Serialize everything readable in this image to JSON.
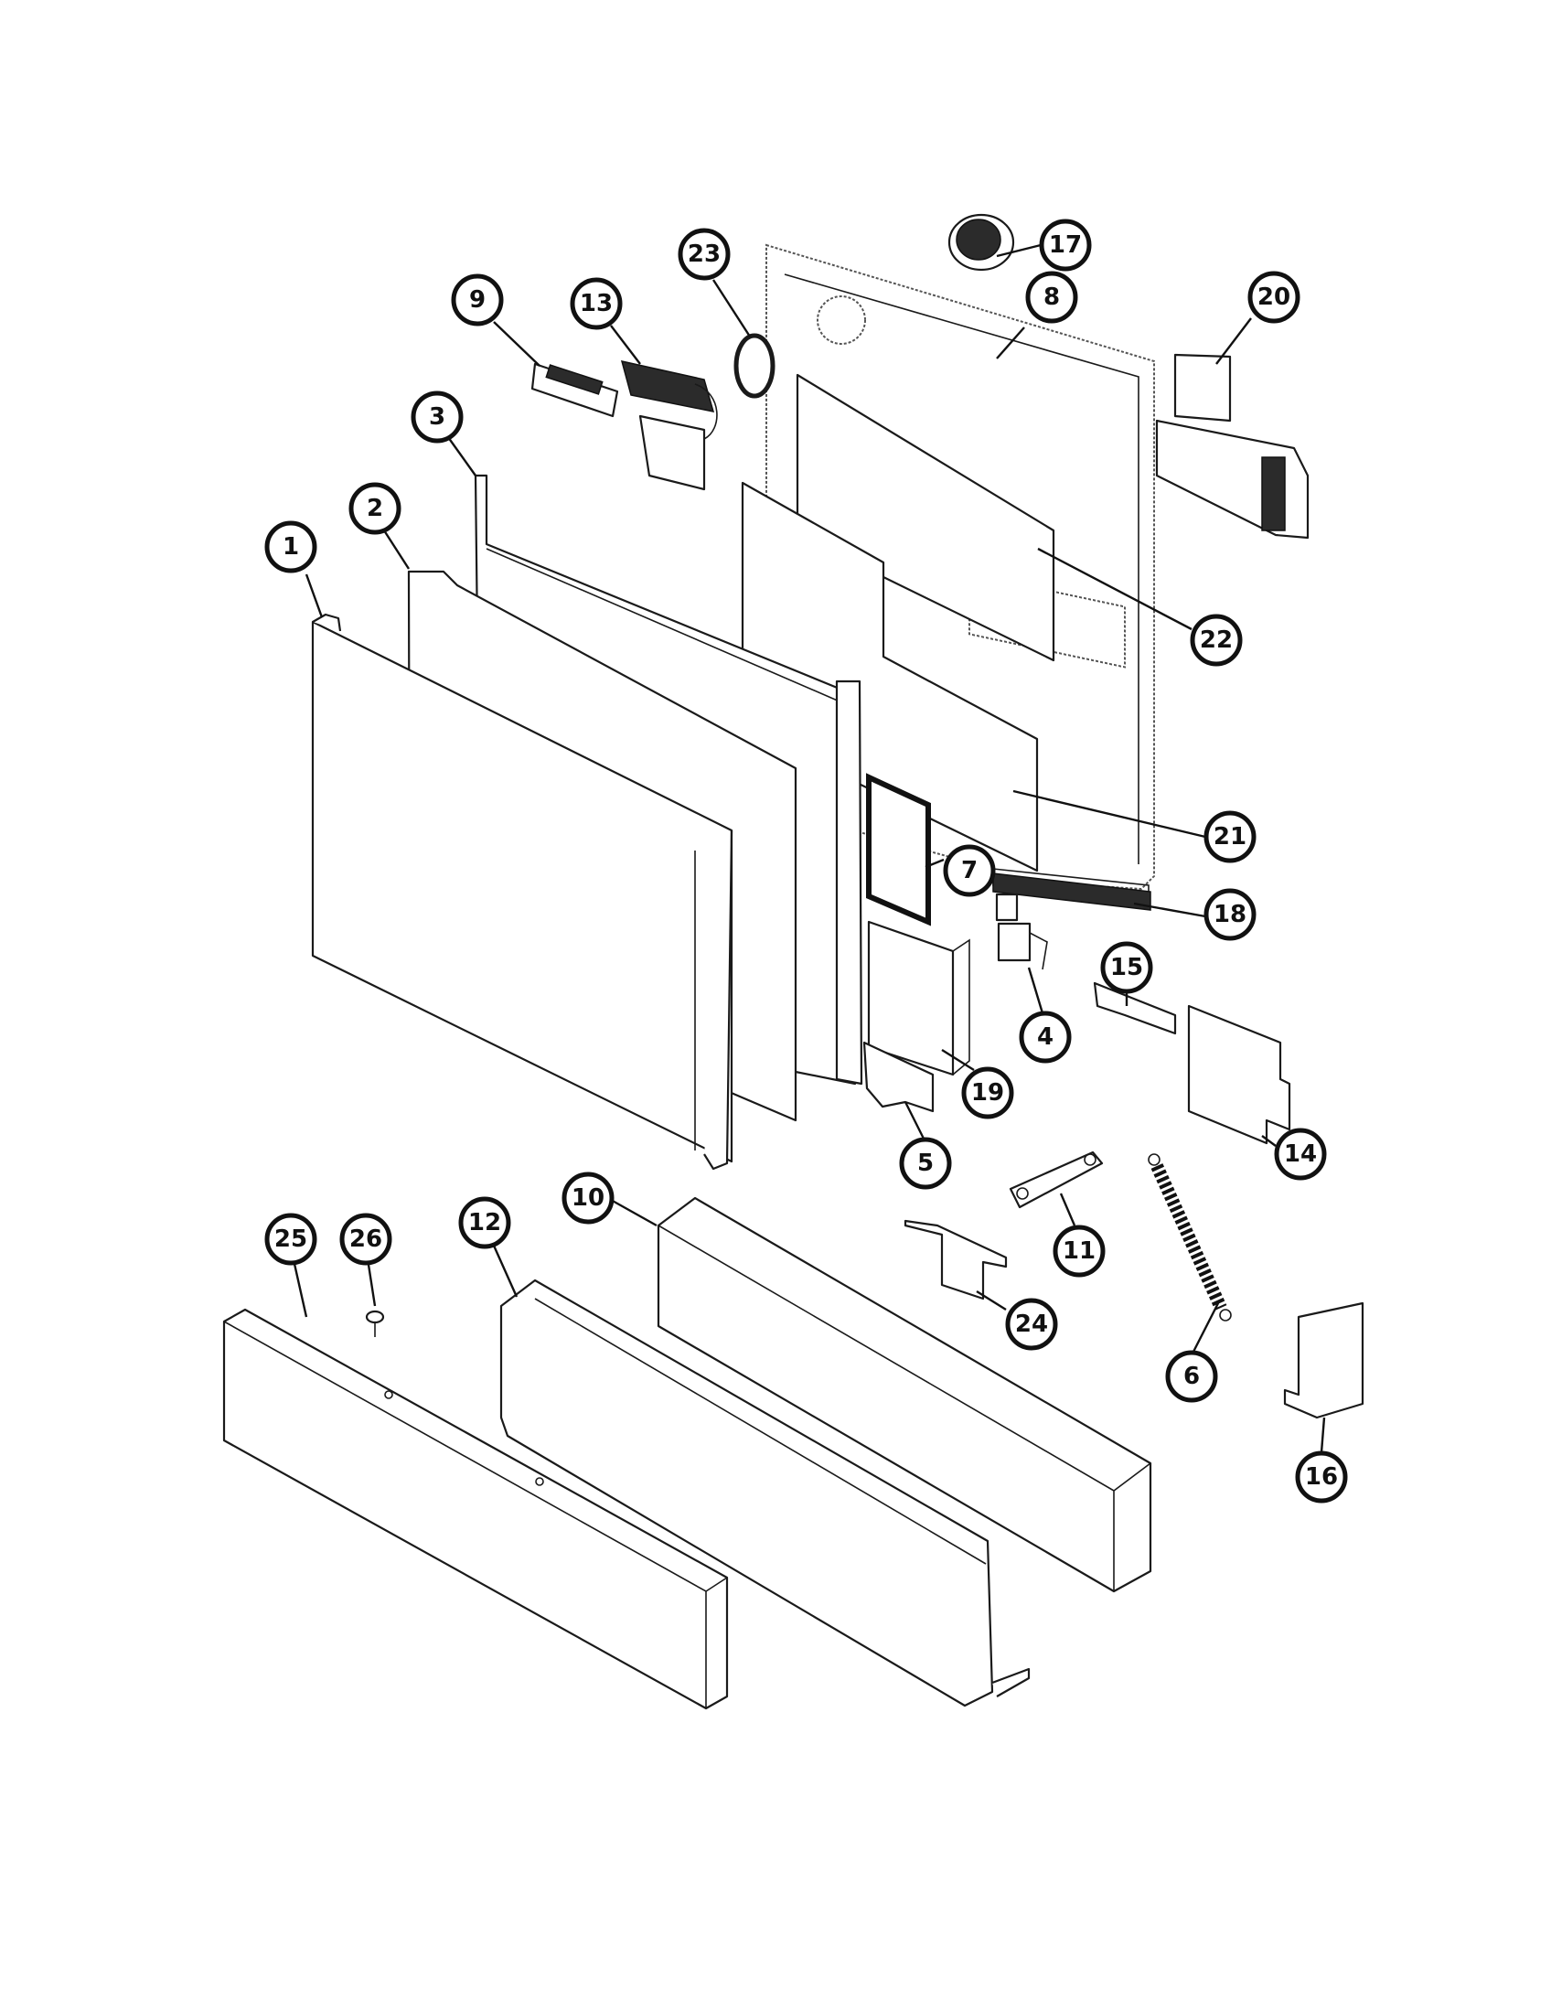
{
  "callouts": [
    {
      "id": "1",
      "label": "1"
    },
    {
      "id": "2",
      "label": "2"
    },
    {
      "id": "3",
      "label": "3"
    },
    {
      "id": "4",
      "label": "4"
    },
    {
      "id": "5",
      "label": "5"
    },
    {
      "id": "6",
      "label": "6"
    },
    {
      "id": "7",
      "label": "7"
    },
    {
      "id": "8",
      "label": "8"
    },
    {
      "id": "9",
      "label": "9"
    },
    {
      "id": "10",
      "label": "10"
    },
    {
      "id": "11",
      "label": "11"
    },
    {
      "id": "12",
      "label": "12"
    },
    {
      "id": "13",
      "label": "13"
    },
    {
      "id": "14",
      "label": "14"
    },
    {
      "id": "15",
      "label": "15"
    },
    {
      "id": "16",
      "label": "16"
    },
    {
      "id": "17",
      "label": "17"
    },
    {
      "id": "18",
      "label": "18"
    },
    {
      "id": "19",
      "label": "19"
    },
    {
      "id": "20",
      "label": "20"
    },
    {
      "id": "21",
      "label": "21"
    },
    {
      "id": "22",
      "label": "22"
    },
    {
      "id": "23",
      "label": "23"
    },
    {
      "id": "24",
      "label": "24"
    },
    {
      "id": "25",
      "label": "25"
    },
    {
      "id": "26",
      "label": "26"
    }
  ],
  "colors": {
    "line": "#111111",
    "background": "#ffffff"
  }
}
